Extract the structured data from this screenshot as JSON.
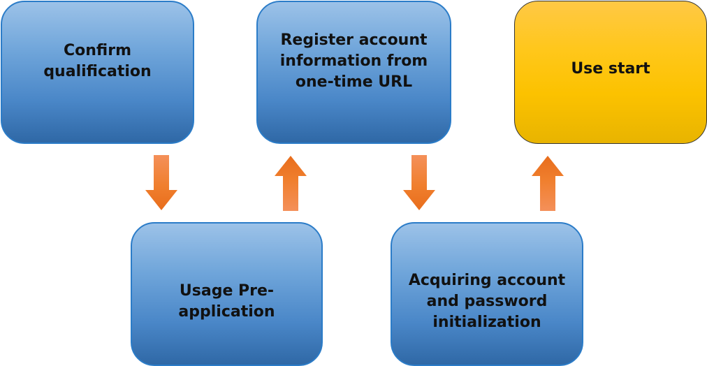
{
  "diagram": {
    "type": "flowchart",
    "steps": [
      {
        "id": "box-1",
        "label": "Confirm\nqualification"
      },
      {
        "id": "box-2",
        "label": "Register account\ninformation from\none-time URL"
      },
      {
        "id": "box-3",
        "label": "Use start"
      },
      {
        "id": "box-4",
        "label": "Usage Pre-\napplication"
      },
      {
        "id": "box-5",
        "label": "Acquiring account\nand password\ninitialization"
      }
    ],
    "flow": [
      {
        "from": "Confirm qualification",
        "to": "Usage Pre-application",
        "direction": "down"
      },
      {
        "from": "Usage Pre-application",
        "to": "Register account information from one-time URL",
        "direction": "up"
      },
      {
        "from": "Register account information from one-time URL",
        "to": "Acquiring account and password initialization",
        "direction": "down"
      },
      {
        "from": "Acquiring account and password initialization",
        "to": "Use start",
        "direction": "up"
      }
    ],
    "colors": {
      "step_fill": "#5b95d0",
      "step_border": "#2b7cc8",
      "final_fill": "#ffc000",
      "final_border": "#333333",
      "arrow_fill": "#ef7d2d"
    }
  }
}
